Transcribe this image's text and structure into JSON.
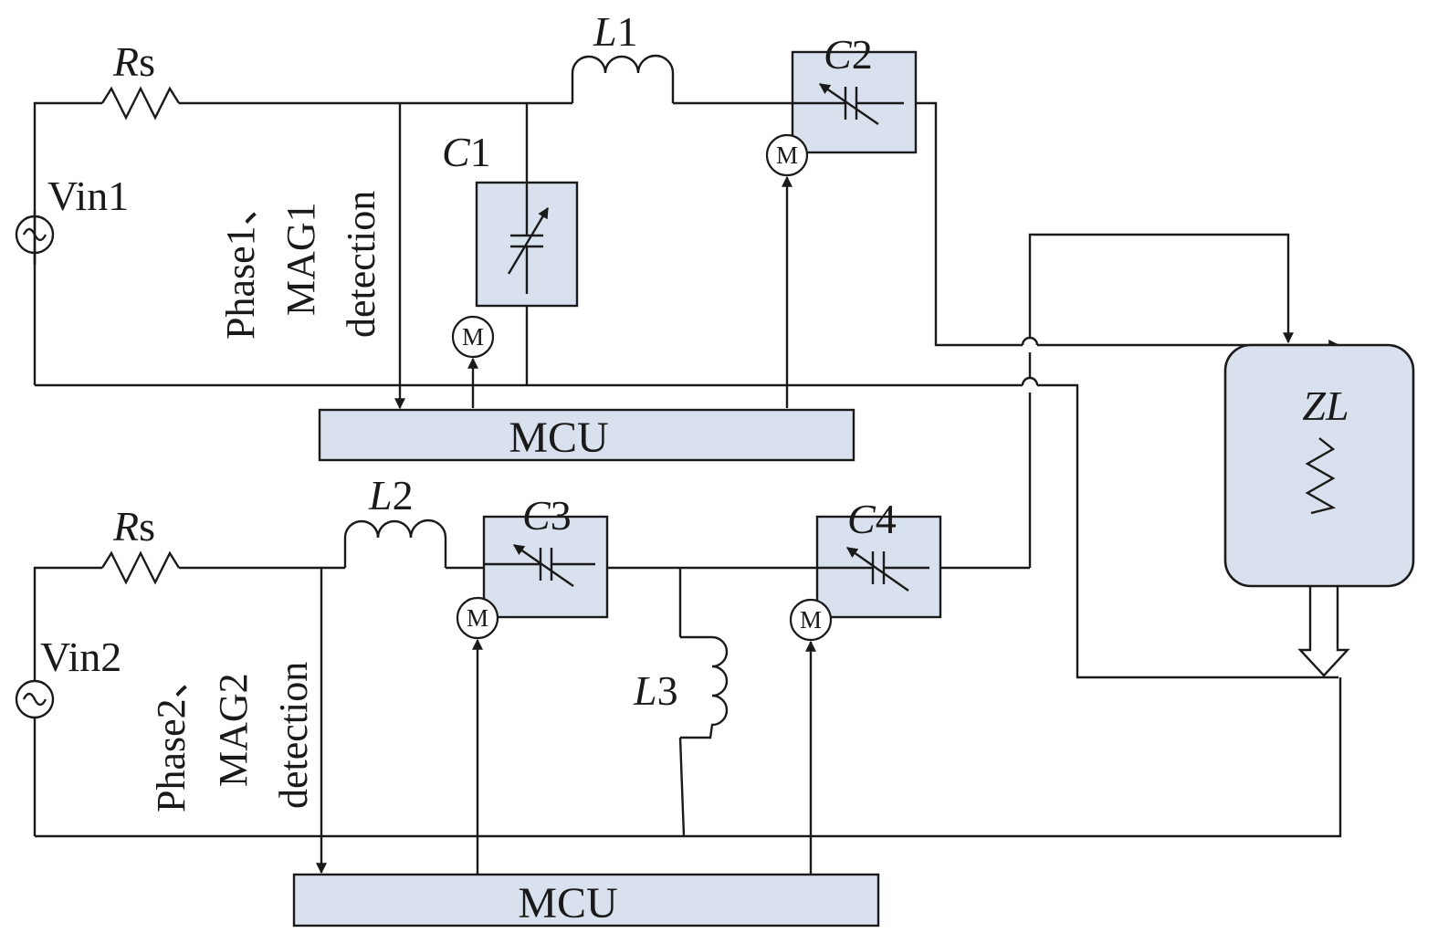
{
  "labels": {
    "rs_top": "s",
    "rs_top_italic": "R",
    "rs_bottom": "s",
    "rs_bottom_italic": "R",
    "vin1": "Vin1",
    "vin2": "Vin2",
    "l1_italic": "L",
    "l1": "1",
    "l2_italic": "L",
    "l2": "2",
    "l3_italic": "L",
    "l3": "3",
    "c1_italic": "C",
    "c1": "1",
    "c2_italic": "C",
    "c2": "2",
    "c3_italic": "C",
    "c3": "3",
    "c4_italic": "C",
    "c4": "4",
    "zl": "ZL",
    "motor": "M"
  },
  "detection": {
    "top": [
      "Phase1、",
      "MAG1",
      "detection"
    ],
    "bottom": [
      "Phase2、",
      "MAG2",
      "detection"
    ]
  },
  "mcu": {
    "top": "MCU",
    "bottom": "MCU"
  }
}
